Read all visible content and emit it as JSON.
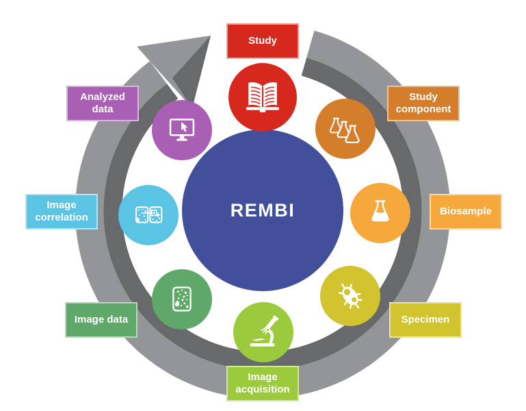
{
  "diagram": {
    "center": {
      "label": "REMBI",
      "color": "#42509C"
    },
    "ring": {
      "light_color": "#939598",
      "dark_color": "#67696B",
      "direction": "clockwise-arrow"
    },
    "nodes": [
      {
        "label": "Study",
        "color": "#D7281E",
        "icon": "open-book-icon",
        "position": "top"
      },
      {
        "label": "Study component",
        "color": "#D47E2C",
        "icon": "flasks-icon",
        "position": "top-right"
      },
      {
        "label": "Biosample",
        "color": "#F6A83D",
        "icon": "erlenmeyer-flask-icon",
        "position": "right"
      },
      {
        "label": "Specimen",
        "color": "#D2C42E",
        "icon": "microbe-icon",
        "position": "bottom-right"
      },
      {
        "label": "Image acquisition",
        "color": "#9BCA3C",
        "icon": "microscope-icon",
        "position": "bottom"
      },
      {
        "label": "Image data",
        "color": "#5FA86A",
        "icon": "image-specks-icon",
        "position": "bottom-left"
      },
      {
        "label": "Image correlation",
        "color": "#5BC3E3",
        "icon": "linked-images-icon",
        "position": "left"
      },
      {
        "label": "Analyzed data",
        "color": "#A85FB4",
        "icon": "monitor-cursor-icon",
        "position": "top-left"
      }
    ]
  }
}
